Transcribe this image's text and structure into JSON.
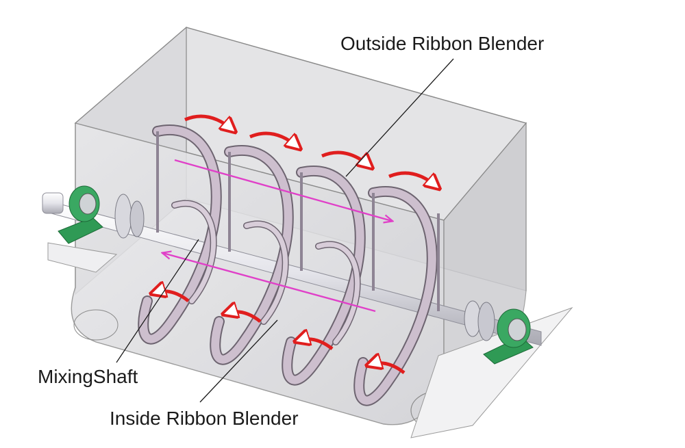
{
  "labels": {
    "outside_ribbon": "Outside Ribbon Blender",
    "inside_ribbon": "Inside Ribbon Blender",
    "mixing_shaft": "MixingShaft"
  },
  "colors": {
    "tank_fill": "#d9dadc",
    "tank_edge": "#8a8a8a",
    "ribbon_fill": "#cdbfce",
    "ribbon_edge": "#6d6470",
    "shaft": "#e8e8ec",
    "bearing_green": "#2f9a55",
    "flow_arrow": "#e01e1e",
    "axial_arrow": "#e040c8"
  },
  "icons": [
    "red-flow-arrow",
    "magenta-axial-arrow",
    "bearing-block"
  ]
}
